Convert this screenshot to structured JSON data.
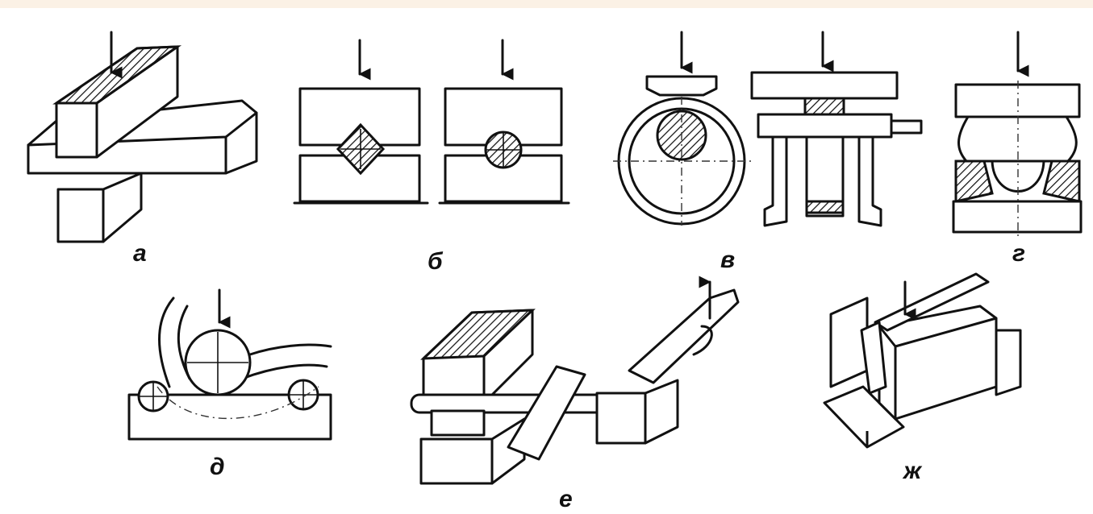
{
  "labels": {
    "a": "а",
    "b": "б",
    "v": "в",
    "g": "г",
    "d": "д",
    "e": "е",
    "zh": "ж"
  }
}
